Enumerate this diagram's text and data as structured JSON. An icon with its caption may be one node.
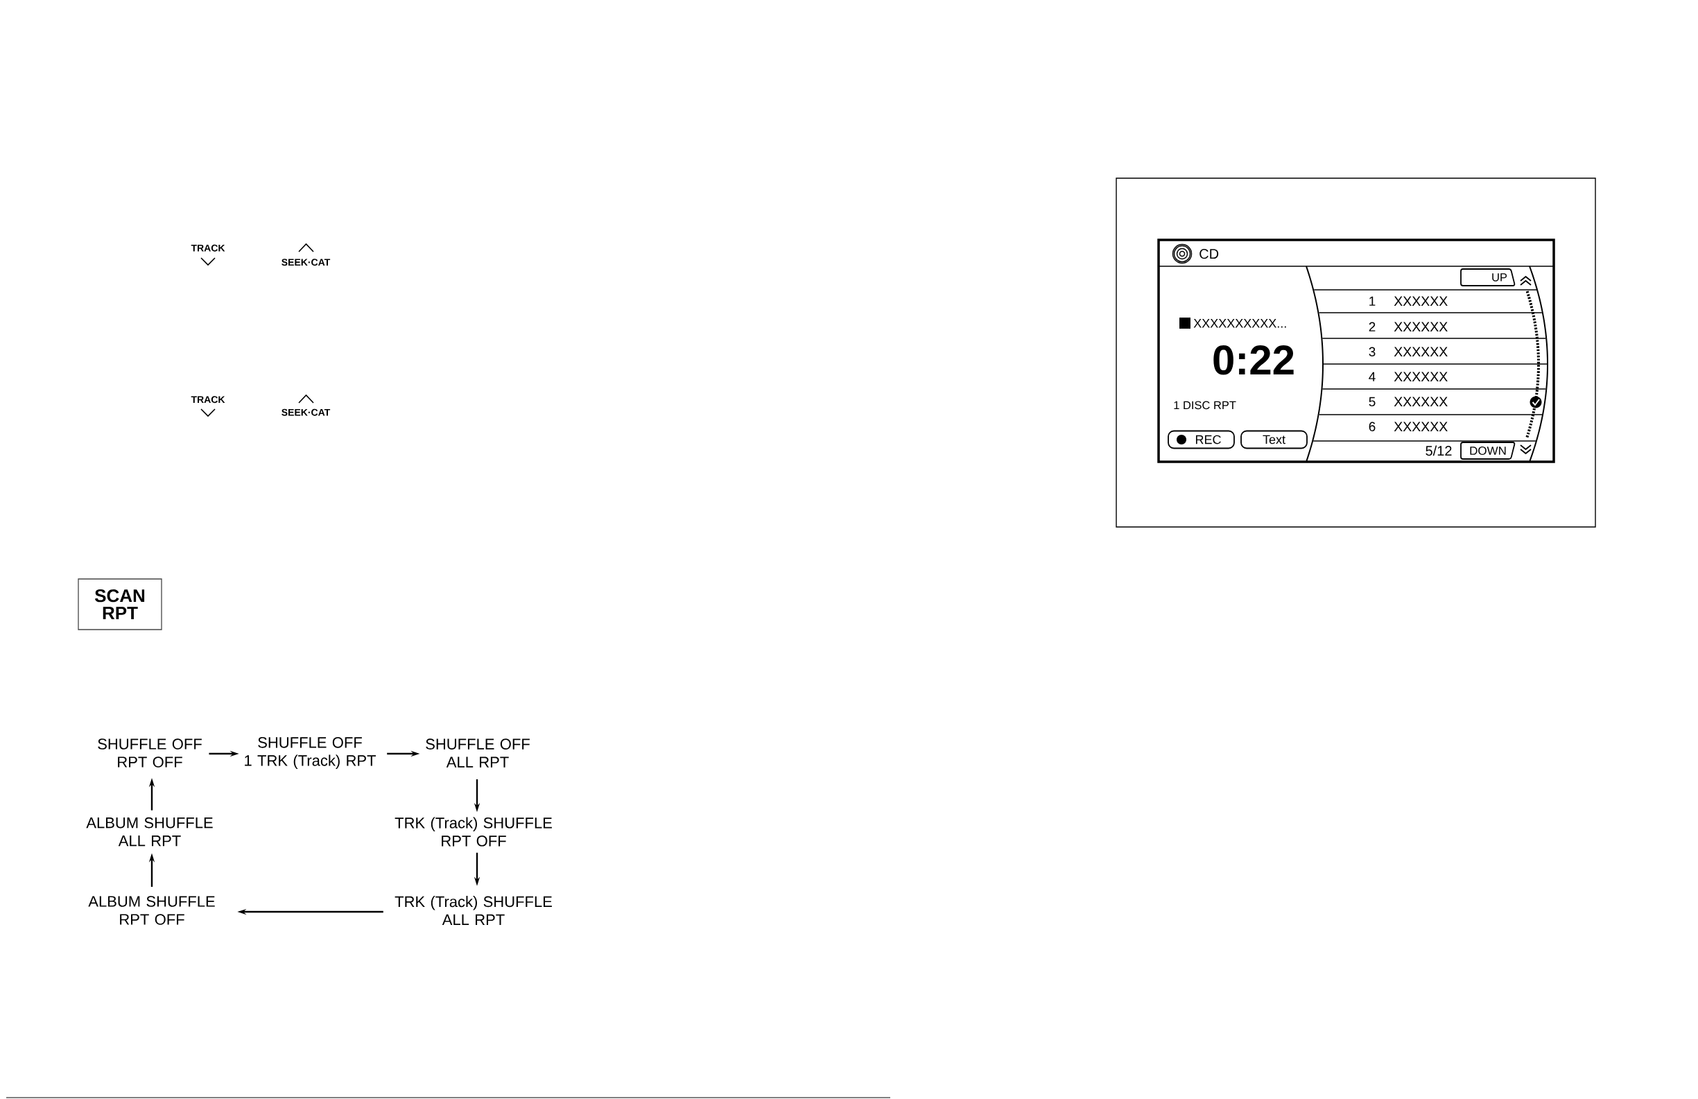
{
  "diagram": {
    "nodes": [
      {
        "text": [
          "SCAN RPT"
        ]
      },
      {
        "text": [
          "SHUFFLE OFF RPT OFF"
        ]
      },
      {
        "text": [
          "SHUFFLE OFF 1 TRK (Track) RPT"
        ]
      },
      {
        "text": [
          "SHUFFLE OFF ALL RPT"
        ]
      },
      {
        "text": [
          "ALBUM SHUFFLE ALL RPT"
        ]
      },
      {
        "text": [
          "TRK (Track) SHUFFLE RPT OFF"
        ]
      },
      {
        "text": [
          "ALBUM SHUFFLE RPT OFF"
        ]
      },
      {
        "text": [
          "TRK (Track) SHUFFLE ALL RPT"
        ]
      },
      {
        "text": [
          "CD"
        ]
      },
      {
        "text": [
          "UP"
        ],
        "in": 8
      },
      {
        "text": [
          "REC"
        ],
        "in": 8
      },
      {
        "text": [
          "Text"
        ],
        "in": 8
      },
      {
        "text": [
          "DOWN"
        ],
        "in": 8
      }
    ],
    "edges": [
      {
        "from": 1,
        "to": 2,
        "arrow": "to"
      },
      {
        "from": 2,
        "to": 3,
        "arrow": "to"
      },
      {
        "from": 3,
        "to": 5,
        "arrow": "to"
      },
      {
        "from": 5,
        "to": 7,
        "arrow": "to"
      },
      {
        "from": 7,
        "to": 6,
        "arrow": "to"
      },
      {
        "from": 6,
        "to": 4,
        "arrow": "to"
      },
      {
        "from": 4,
        "to": 1,
        "arrow": "to"
      }
    ],
    "labels": [
      "TRACK",
      "SEEK·CAT",
      "TRACK",
      "SEEK·CAT",
      "XXXXXXXXXX...",
      "0:22",
      "1 DISC RPT",
      "1",
      "XXXXXX",
      "2",
      "XXXXXX",
      "3",
      "XXXXXX",
      "4",
      "XXXXXX",
      "5",
      "XXXXXX",
      "6",
      "XXXXXX",
      "5/12"
    ]
  }
}
